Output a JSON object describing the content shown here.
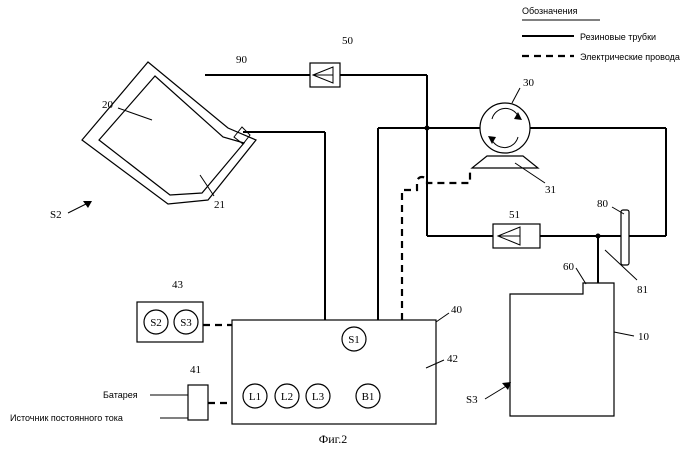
{
  "legend": {
    "title": "Обозначения",
    "tubes": "Резиновые трубки",
    "wires": "Электрические провода"
  },
  "refs": {
    "r90": "90",
    "r50": "50",
    "r20": "20",
    "r21": "21",
    "r30": "30",
    "r31": "31",
    "r51": "51",
    "r80": "80",
    "r81": "81",
    "r60": "60",
    "r10": "10",
    "r43": "43",
    "r40": "40",
    "r42": "42",
    "r41": "41",
    "s2": "S2",
    "s3": "S3"
  },
  "circles": {
    "s1": "S1",
    "s2": "S2",
    "s3": "S3",
    "l1": "L1",
    "l2": "L2",
    "l3": "L3",
    "b1": "B1"
  },
  "power": {
    "battery": "Батарея",
    "dc_source": "Источник постоянного тока"
  },
  "caption": "Фиг.2"
}
